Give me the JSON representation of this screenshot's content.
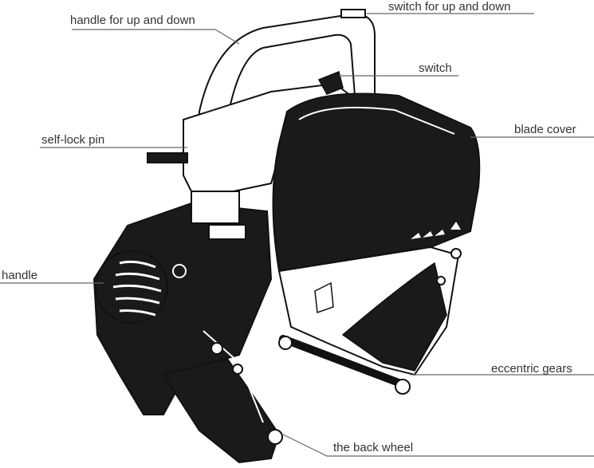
{
  "labels": {
    "handle_up_down": "handle for up and down",
    "switch_up_down": "switch for up and down",
    "switch": "switch",
    "blade_cover": "blade cover",
    "self_lock_pin": "self-lock pin",
    "handle": "handle",
    "eccentric_gears": "eccentric gears",
    "back_wheel": "the back wheel"
  },
  "colors": {
    "ink": "#111111",
    "body_dark": "#1a1a1a",
    "leader": "#666666",
    "text": "#333333"
  }
}
